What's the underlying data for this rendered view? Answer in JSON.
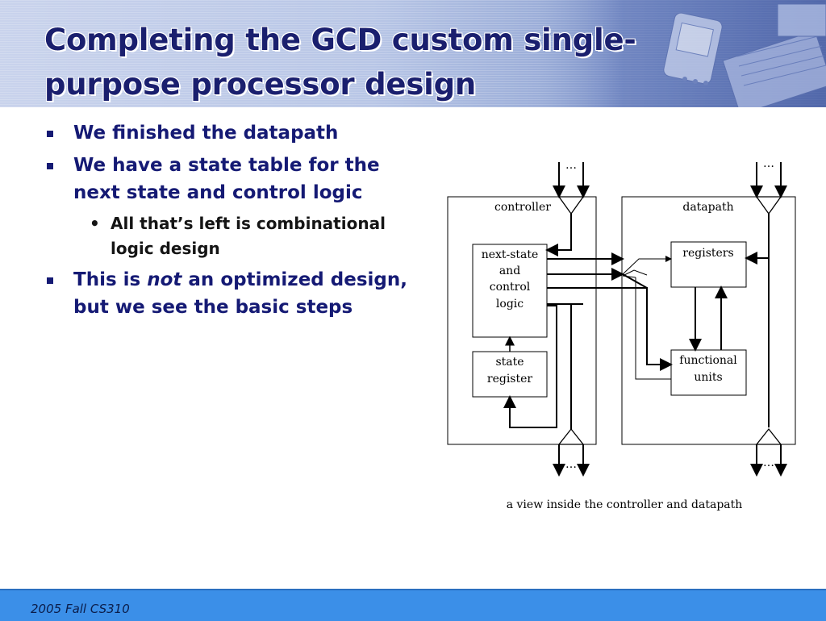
{
  "slide": {
    "title": "Completing the GCD custom single-purpose processor design",
    "footer": "2005 Fall CS310"
  },
  "bullets": [
    {
      "text": "We finished the datapath"
    },
    {
      "text": "We have a state table for the next state and control logic"
    },
    {
      "text": "This is ",
      "emph": "not",
      "tail": " an optimized design, but we see the basic steps"
    }
  ],
  "sub_bullets": [
    {
      "text": "All that’s left is combinational logic design"
    }
  ],
  "diagram": {
    "controller_label": "controller",
    "datapath_label": "datapath",
    "next_state_lines": [
      "next-state",
      "and",
      "control",
      "logic"
    ],
    "state_register_lines": [
      "state",
      "register"
    ],
    "registers_label": "registers",
    "functional_units_lines": [
      "functional",
      "units"
    ],
    "ellipsis": "…",
    "caption": "a view inside the controller and datapath"
  },
  "colors": {
    "title": "#1a1f6e",
    "bullet_text": "#151a74",
    "footer_bar": "#3b8fe8"
  }
}
